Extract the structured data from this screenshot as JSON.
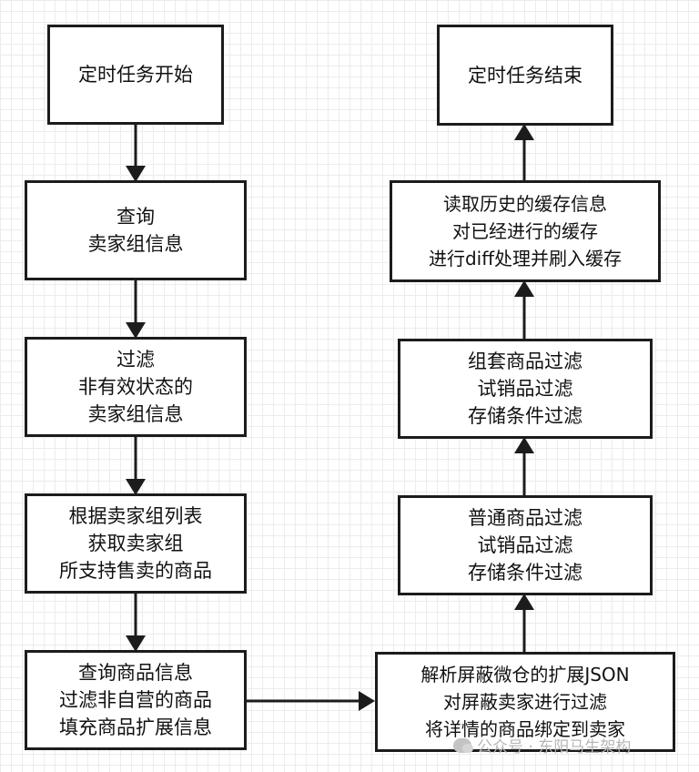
{
  "nodes": {
    "start": [
      "定时任务开始"
    ],
    "query_groups": [
      "查询",
      "卖家组信息"
    ],
    "filter_invalid": [
      "过滤",
      "非有效状态的",
      "卖家组信息"
    ],
    "fetch_products": [
      "根据卖家组列表",
      "获取卖家组",
      "所支持售卖的商品"
    ],
    "query_products": [
      "查询商品信息",
      "过滤非自营的商品",
      "填充商品扩展信息"
    ],
    "parse_shield": [
      "解析屏蔽微仓的扩展JSON",
      "对屏蔽卖家进行过滤",
      "将详情的商品绑定到卖家"
    ],
    "normal_filter": [
      "普通商品过滤",
      "试销品过滤",
      "存储条件过滤"
    ],
    "combo_filter": [
      "组套商品过滤",
      "试销品过滤",
      "存储条件过滤"
    ],
    "cache_diff": [
      "读取历史的缓存信息",
      "对已经进行的缓存",
      "进行diff处理并刷入缓存"
    ],
    "end": [
      "定时任务结束"
    ]
  },
  "watermark": "公众号 · 东阳马生架构",
  "colors": {
    "border": "#1c1c1c",
    "edge": "#1c1c1c",
    "grid": "#ececec"
  }
}
